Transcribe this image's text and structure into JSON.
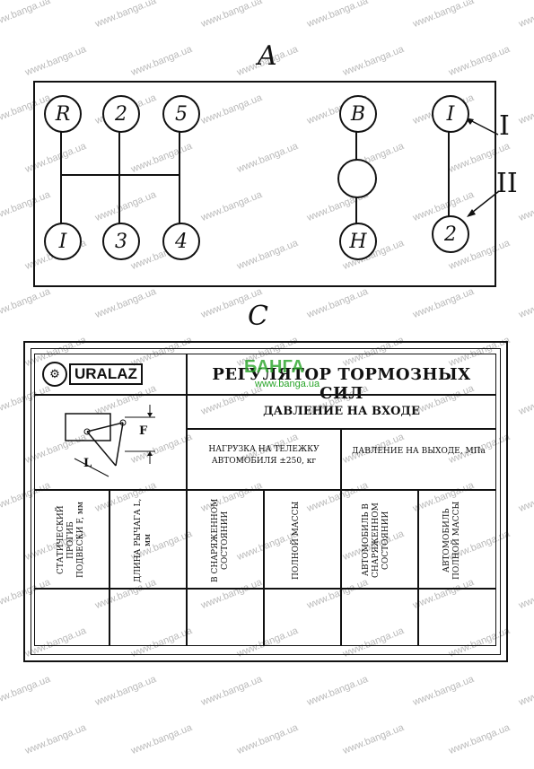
{
  "labels": {
    "top": "A",
    "bottom": "C"
  },
  "gear_diagram": {
    "left_nodes": [
      "R",
      "2",
      "5",
      "I",
      "3",
      "4"
    ],
    "mid_nodes": [
      "B",
      "H"
    ],
    "right_nodes": [
      "I",
      "2"
    ],
    "arrows": [
      "I",
      "II"
    ]
  },
  "plate": {
    "brand": "URALAZ",
    "overlay_logo": "БАНГА",
    "overlay_url": "www.banga.ua",
    "title": "РЕГУЛЯТОР ТОРМОЗНЫХ СИЛ",
    "pressure_in": "ДАВЛЕНИЕ НА ВХОДЕ",
    "load_header": "НАГРУЗКА НА ТЕЛЕЖКУ АВТОМОБИЛЯ ±250, кг",
    "pressure_out": "ДАВЛЕНИЕ НА ВЫХОДЕ, МПа",
    "sketch_L": "L",
    "sketch_F": "F",
    "cols": [
      "СТАТИЧЕСКИЙ ПРОГИБ ПОДВЕСКИ F, мм",
      "ДЛИНА РЫЧАГА L, мм",
      "В СНАРЯЖЕННОМ СОСТОЯНИИ",
      "ПОЛНОЙ МАССЫ",
      "АВТОМОБИЛЬ В СНАРЯЖЕННОМ СОСТОЯНИИ",
      "АВТОМОБИЛЬ ПОЛНОЙ МАССЫ"
    ]
  },
  "watermark": "www.banga.ua"
}
